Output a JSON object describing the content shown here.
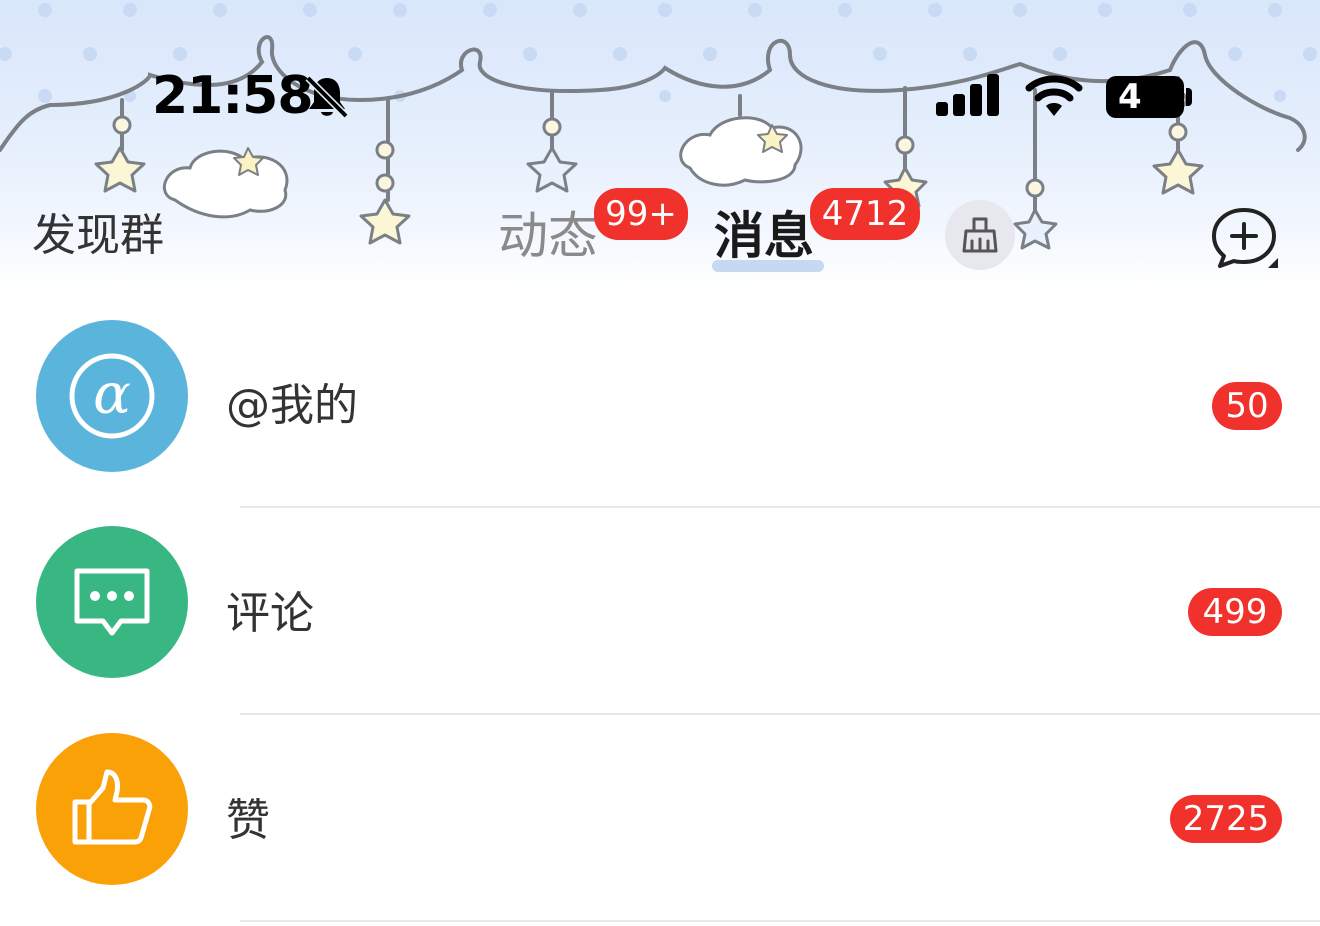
{
  "status_bar": {
    "time": "21:58",
    "battery": "4",
    "icons": [
      "bell-muted-icon",
      "signal-icon",
      "wifi-icon",
      "battery-icon"
    ]
  },
  "nav": {
    "left_label": "发现群",
    "tabs": [
      {
        "label": "动态",
        "badge": "99+",
        "active": false
      },
      {
        "label": "消息",
        "badge": "4712",
        "active": true
      }
    ],
    "clean_icon": "broom-icon",
    "add_icon": "add-chat-icon"
  },
  "list": {
    "items": [
      {
        "label": "@我的",
        "badge": "50",
        "icon": "at-icon",
        "color": "#5ab4dc"
      },
      {
        "label": "评论",
        "badge": "499",
        "icon": "comment-icon",
        "color": "#38b782"
      },
      {
        "label": "赞",
        "badge": "2725",
        "icon": "thumbs-up-icon",
        "color": "#fba108"
      }
    ]
  },
  "colors": {
    "badge": "#f0312c",
    "header_bg": "#d9e7fb",
    "active_underline": "#c7d8f2"
  }
}
